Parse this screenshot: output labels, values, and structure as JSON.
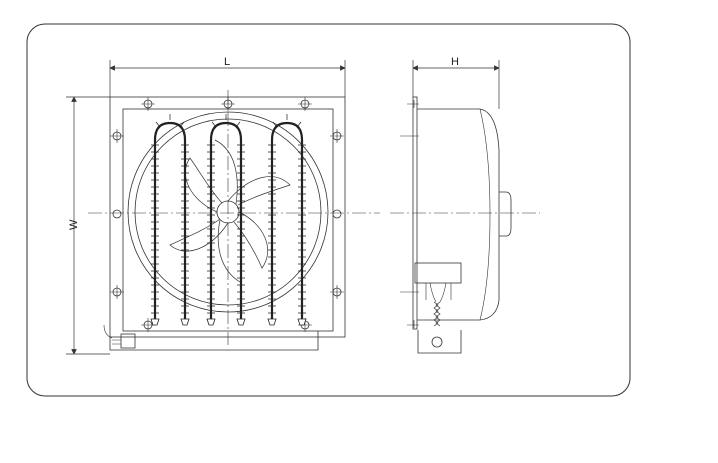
{
  "drawing": {
    "front_view": {
      "width_label": "L",
      "height_label": "W"
    },
    "side_view": {
      "depth_label": "H"
    }
  },
  "colors": {
    "line": "#333333",
    "frame": "#222222",
    "background": "#ffffff"
  }
}
